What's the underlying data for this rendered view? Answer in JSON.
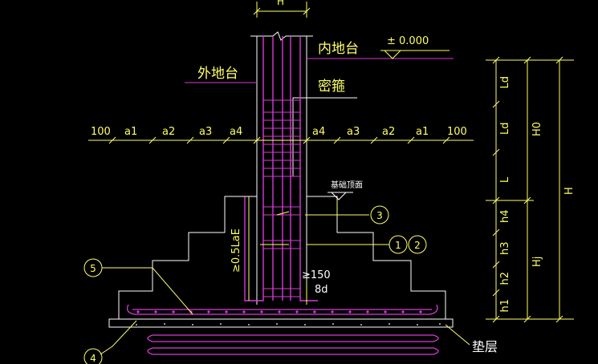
{
  "colors": {
    "background": "#000000",
    "dimension": "#ffff66",
    "outline": "#ffffff",
    "rebar": "#d63cd6",
    "label": "#ffff66"
  },
  "labels": {
    "top_width": "H",
    "inner_ground": "内地台",
    "outer_ground": "外地台",
    "elevation": "± 0.000",
    "stirrup_dense": "密箍",
    "foundation_top": "基础顶面",
    "bedding": "垫层",
    "anchor_len": "≥0.5LaE",
    "min_150": "≥150",
    "eight_d": "8d"
  },
  "left_dims": [
    "100",
    "a1",
    "a2",
    "a3",
    "a4"
  ],
  "right_dims": [
    "a4",
    "a3",
    "a2",
    "a1",
    "100"
  ],
  "callouts": [
    "1",
    "2",
    "3",
    "4",
    "5"
  ],
  "right_dims_vertical": {
    "segments": [
      "Ld",
      "Ld",
      "L",
      "h4",
      "h3",
      "h2",
      "h1"
    ],
    "groups": [
      "H0",
      "Hj"
    ],
    "total": "H"
  }
}
